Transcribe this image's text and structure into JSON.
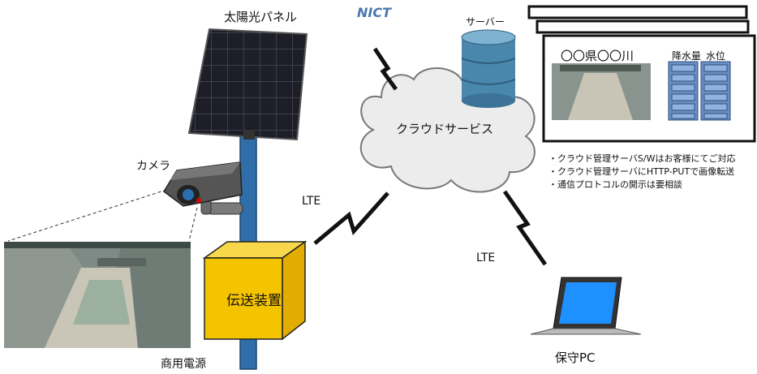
{
  "labels": {
    "solar_panel": "太陽光パネル",
    "camera": "カメラ",
    "transmitter": "伝送装置",
    "commercial_power": "商用電源",
    "nict": "NICT",
    "server": "サーバー",
    "cloud": "クラウドサービス",
    "lte_left": "LTE",
    "lte_right": "LTE",
    "maintenance_pc": "保守PC",
    "river_title": "〇〇県〇〇川",
    "rainfall": "降水量",
    "water_level": "水位"
  },
  "notes": [
    "・クラウド管理サーバS/Wはお客様にてご対応",
    "・クラウド管理サーバにHTTP-PUTで画像転送",
    "・通信プロトコルの開示は要相談"
  ],
  "colors": {
    "panel": "#1e1e28",
    "pole": "#2f6ea8",
    "transmitter_box": "#f5c400",
    "server": "#4a87ad",
    "screen_bars": "#8fb3e0",
    "laptop_screen": "#1e90ff",
    "nict_text": "#4a78b0"
  }
}
